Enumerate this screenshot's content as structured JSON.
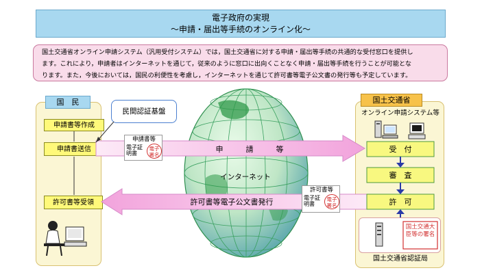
{
  "title": {
    "line1": "電子政府の実現",
    "line2": "～申請・届出等手続のオンライン化～"
  },
  "intro": {
    "line1": "国土交通省オンライン申請システム（汎用受付システム）では，国土交通省に対する申請・届出等手続の共通的な受付窓口を提供し",
    "line2": "ます。これにより，申請者はインターネットを通じて，従来のように窓口に出向くことなく申請・届出等手続を行うことが可能とな",
    "line3": "ります。また，今後においては，国民の利便性を考慮し，インターネットを通じて許可書等電子公文書の発行等も予定しています。"
  },
  "left_panel": {
    "header": "国　民",
    "create": "申請書等作成",
    "send": "申請書送信",
    "receive": "許可書等受領"
  },
  "private_auth": "民間認証基盤",
  "application_doc": {
    "title": "申請書等",
    "cert": "電子証明書",
    "seal": "電子署名"
  },
  "permit_doc": {
    "title": "許可書等",
    "cert": "電子証明書",
    "seal": "電子署名"
  },
  "arrows": {
    "application": "申　　　請　　　等",
    "issuance": "許可書等電子公文書発行"
  },
  "internet": "インターネット",
  "right_panel": {
    "header": "国土交通省",
    "system": "オンライン申請システム等",
    "accept": "受　付",
    "review": "審　査",
    "permit": "許　可",
    "auth_bureau": "国土交通省認証局",
    "minister_seal": "国土交通大臣等の署名"
  },
  "colors": {
    "title_bg": "#a8d8f0",
    "intro_bg": "#f9dcea",
    "arrow": "#f4a8e0",
    "globe": "#4eb86a",
    "box": "#f8f880"
  }
}
